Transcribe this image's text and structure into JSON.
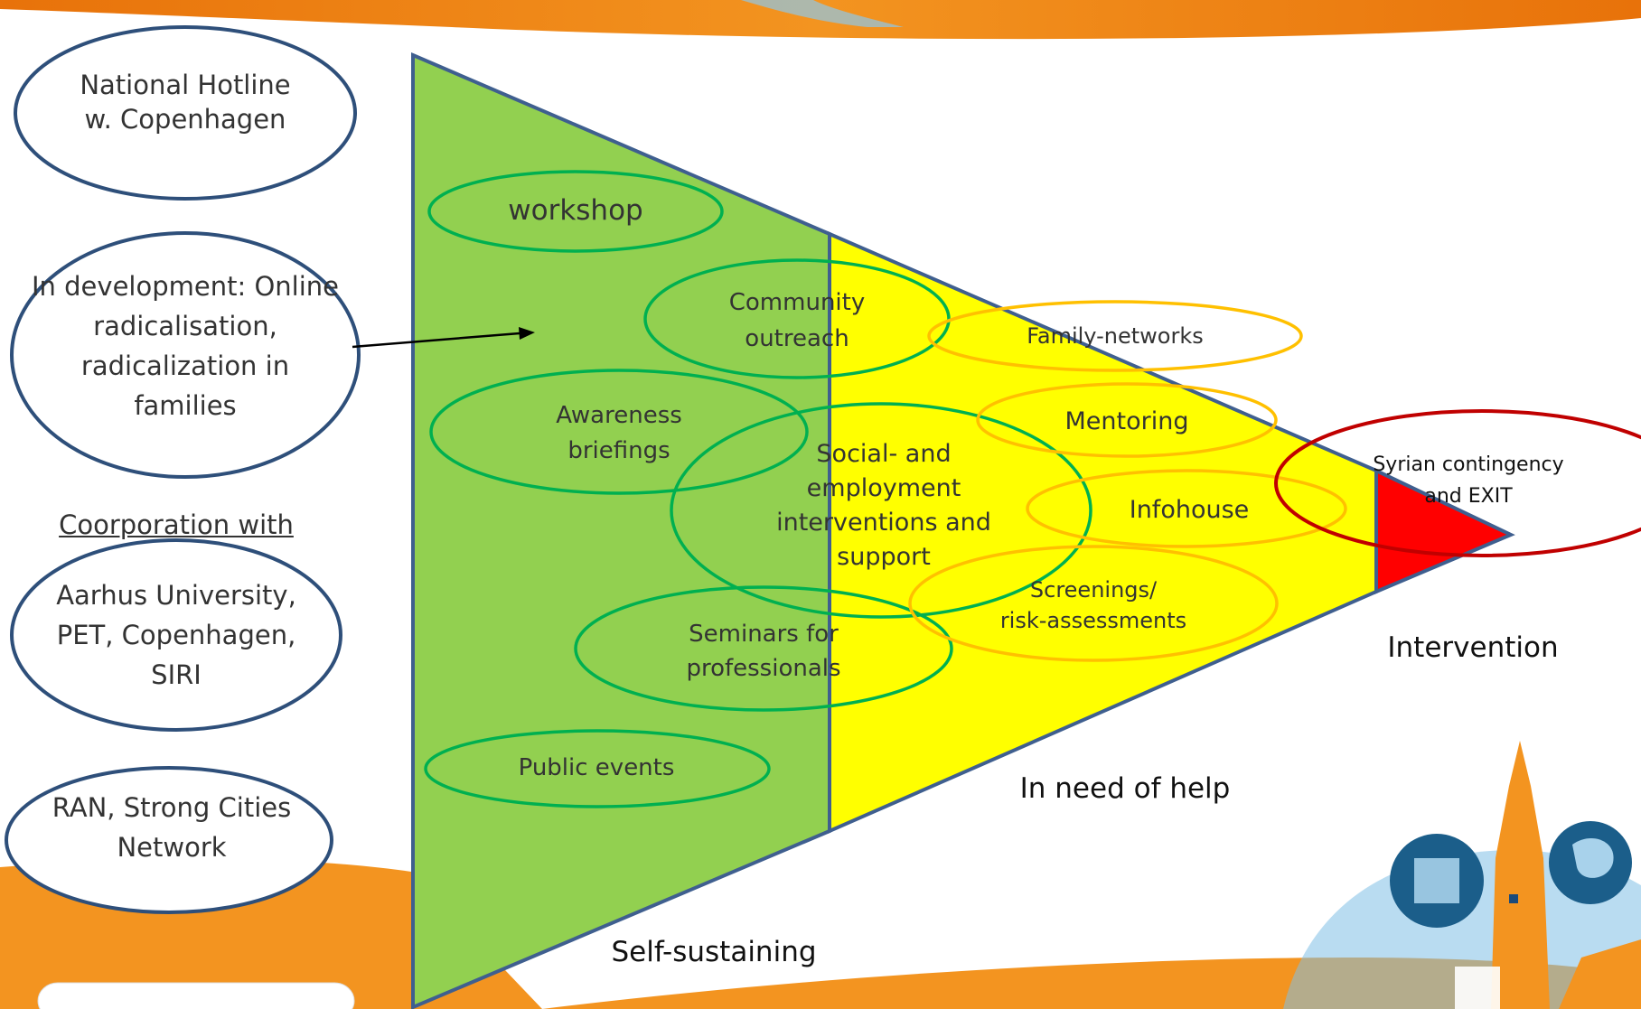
{
  "left_panel": {
    "hotline": [
      "National Hotline",
      "w. Copenhagen"
    ],
    "in_development": [
      "In development: Online",
      "radicalisation,",
      "radicalization in",
      "families"
    ],
    "cooperation_heading": "Coorporation with",
    "partners_1": [
      "Aarhus University,",
      "PET, Copenhagen,",
      "SIRI"
    ],
    "partners_2": [
      "RAN, Strong Cities",
      "Network"
    ]
  },
  "pyramid": {
    "zones": {
      "self_sustaining": "Self-sustaining",
      "in_need_of_help": "In need of help",
      "intervention": "Intervention"
    },
    "colors": {
      "green": "#92d050",
      "yellow": "#ffff00",
      "red": "#ff0000",
      "outline": "#3f5f8f"
    }
  },
  "activities": {
    "workshop": "workshop",
    "community_outreach": [
      "Community",
      "outreach"
    ],
    "awareness_briefings": [
      "Awareness",
      "briefings"
    ],
    "social_employment": [
      "Social- and",
      "employment",
      "interventions and",
      "support"
    ],
    "seminars": [
      "Seminars for",
      "professionals"
    ],
    "public_events": "Public events",
    "family_networks": "Family-networks",
    "mentoring": "Mentoring",
    "infohouse": "Infohouse",
    "screenings": [
      "Screenings/",
      "risk-assessments"
    ],
    "syrian": [
      "Syrian contingency",
      "and EXIT"
    ]
  }
}
